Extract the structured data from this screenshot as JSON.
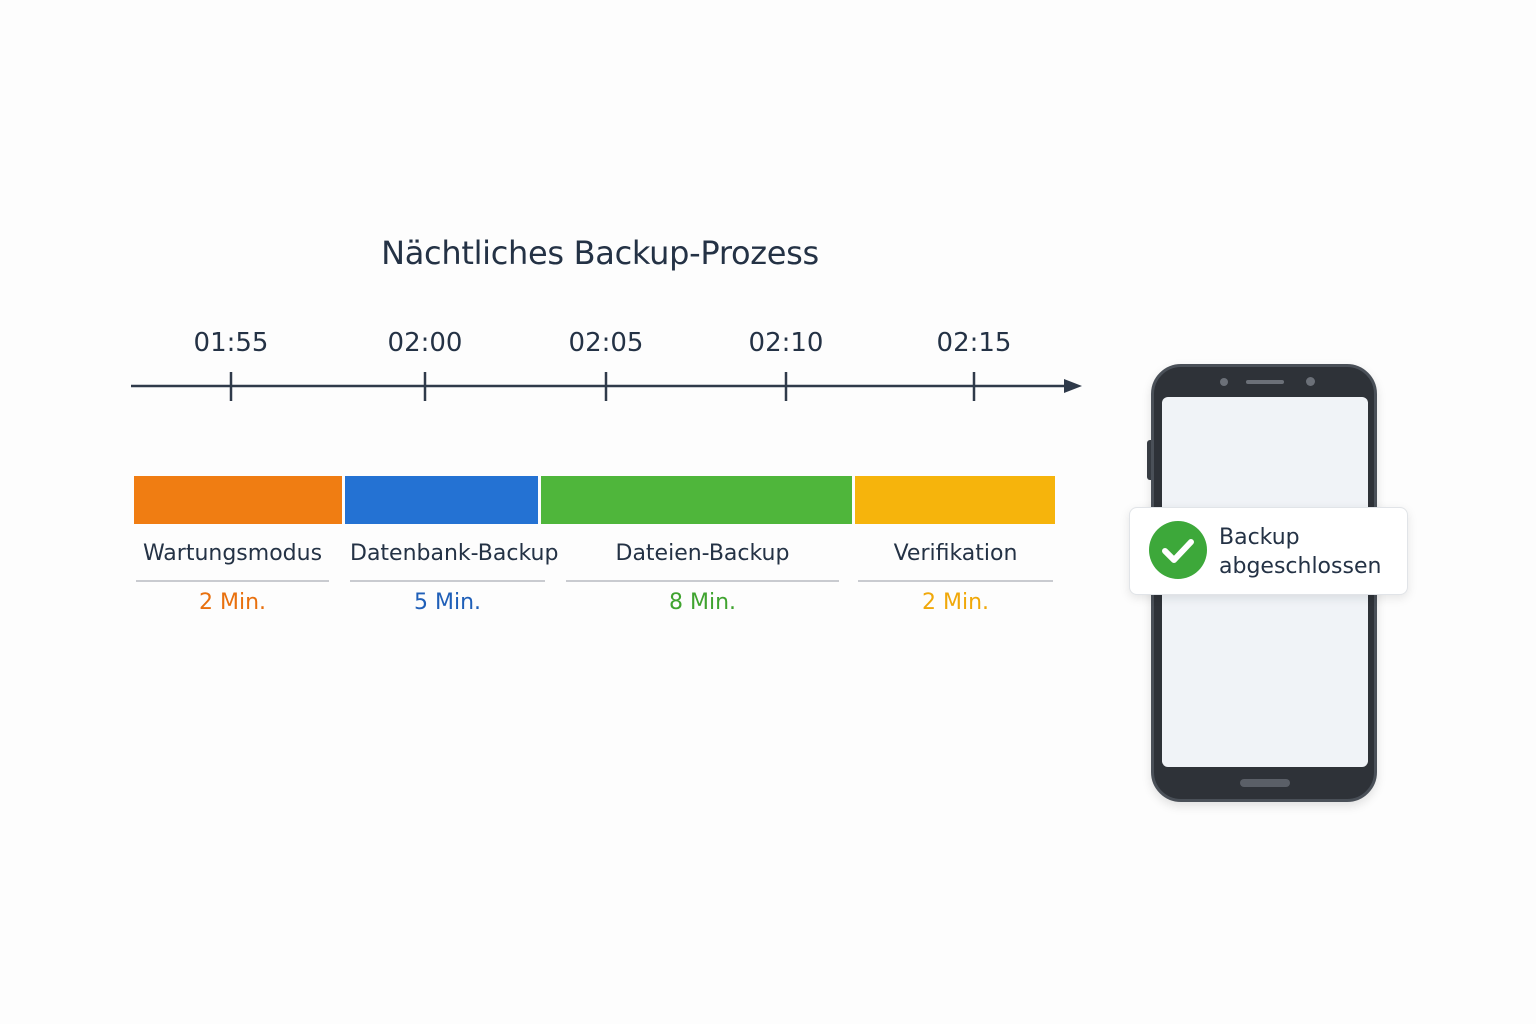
{
  "diagram": {
    "title": "Nächtliches Backup-Prozess",
    "timeline": {
      "ticks": [
        "01:55",
        "02:00",
        "02:05",
        "02:10",
        "02:15"
      ]
    },
    "phases": [
      {
        "name": "Wartungsmodus",
        "duration": "2 Min.",
        "color": "#f07d12",
        "text_color": "#e8700e"
      },
      {
        "name": "Datenbank-Backup",
        "duration": "5 Min.",
        "color": "#2472d3",
        "text_color": "#1f5fb8"
      },
      {
        "name": "Dateien-Backup",
        "duration": "8 Min.",
        "color": "#4fb63b",
        "text_color": "#3fa32f"
      },
      {
        "name": "Verifikation",
        "duration": "2 Min.",
        "color": "#f6b40c",
        "text_color": "#f0a80a"
      }
    ]
  },
  "device": {
    "icon": "smartphone-icon",
    "notification": {
      "icon": "check-circle-icon",
      "icon_color": "#3da83a",
      "line1": "Backup",
      "line2": "abgeschlossen"
    }
  }
}
